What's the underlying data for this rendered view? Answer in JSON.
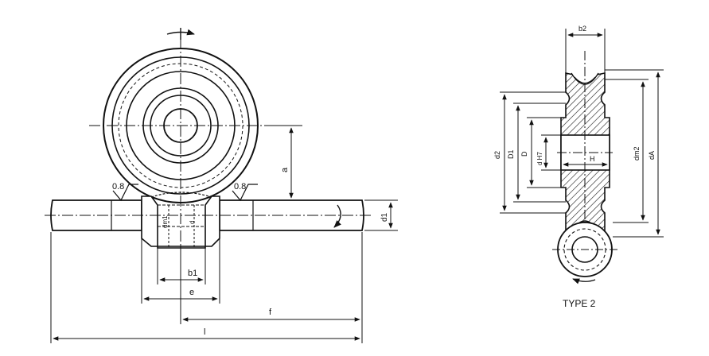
{
  "left_view": {
    "roughness_left": "0.8",
    "roughness_right": "0.8",
    "dim_a": "a",
    "dim_d1": "d1",
    "dim_dm1": "dm1",
    "dim_df1": "d",
    "dim_b1": "b1",
    "dim_e": "e",
    "dim_f": "f",
    "dim_l": "l"
  },
  "right_view": {
    "dim_b2": "b2",
    "dim_d2": "d2",
    "dim_D1": "D1",
    "dim_D": "D",
    "dim_dH7": "d H7",
    "dim_H": "H",
    "dim_dm2": "dm2",
    "dim_dA": "dA",
    "caption": "TYPE 2"
  }
}
